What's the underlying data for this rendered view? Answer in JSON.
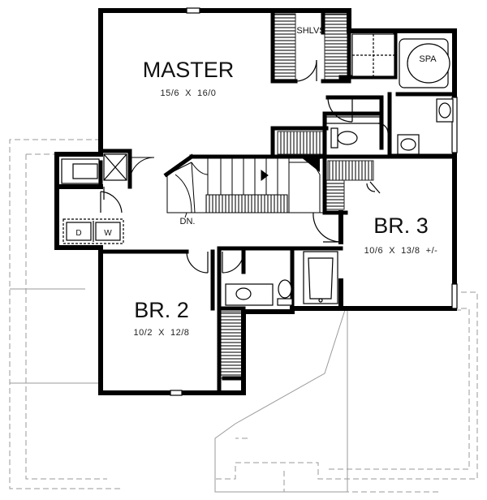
{
  "rooms": {
    "master": {
      "name": "MASTER",
      "dims": "15/6  X  16/0"
    },
    "br3": {
      "name": "BR. 3",
      "dims": "10/6  X  13/8  +/-"
    },
    "br2": {
      "name": "BR. 2",
      "dims": "10/2  X  12/8"
    }
  },
  "labels": {
    "shelves": "SHLVS",
    "spa": "SPA",
    "down": "DN.",
    "dryer": "D",
    "washer": "W"
  }
}
